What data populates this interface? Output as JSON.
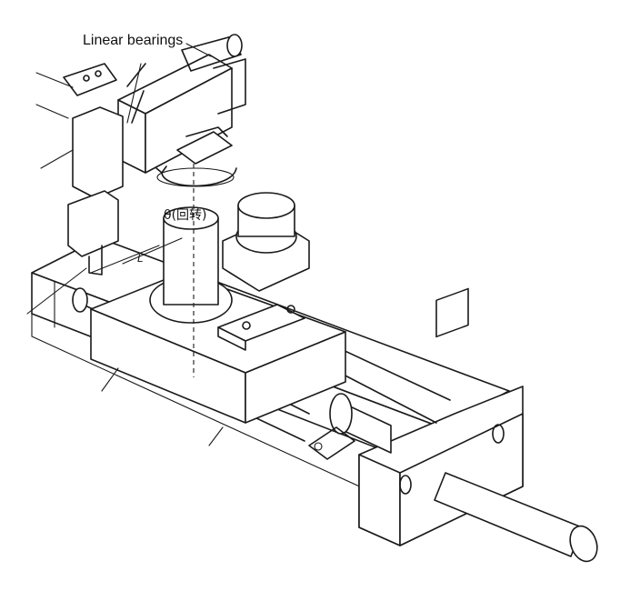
{
  "diagram": {
    "callout_label": "Linear bearings",
    "rotation_label": "θ(回转)",
    "length_label": "L"
  },
  "colors": {
    "ink": "#1a1a1a",
    "background": "#ffffff"
  }
}
